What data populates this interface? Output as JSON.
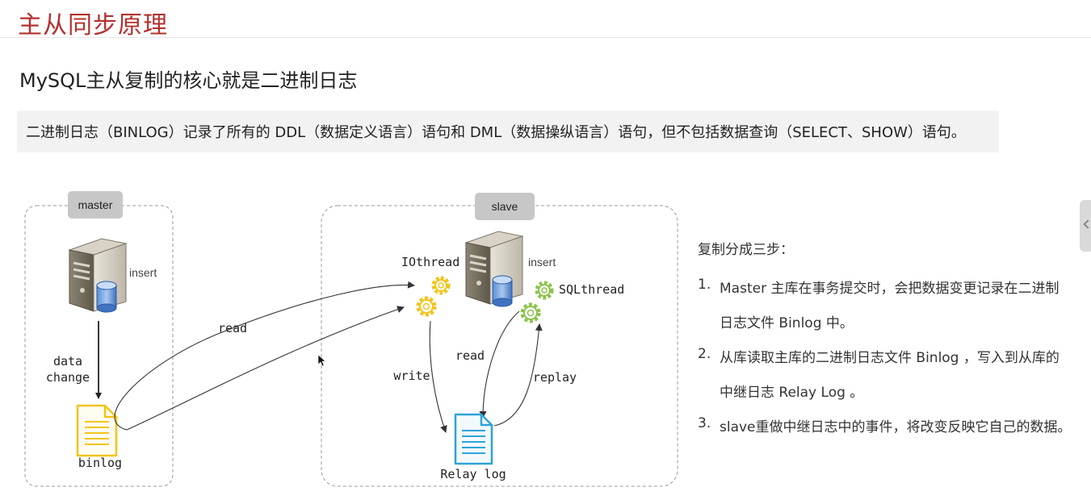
{
  "title": "主从同步原理",
  "subtitle": "MySQL主从复制的核心就是二进制日志",
  "note": "二进制日志（BINLOG）记录了所有的 DDL（数据定义语言）语句和 DML（数据操纵语言）语句，但不包括数据查询（SELECT、SHOW）语句。",
  "diagram": {
    "master_tag": "master",
    "slave_tag": "slave",
    "master_insert": "insert",
    "slave_insert": "insert",
    "data_change_1": "data",
    "data_change_2": "change",
    "binlog": "binlog",
    "read_left": "read",
    "iothread": "IOthread",
    "sqlthread": "SQLthread",
    "write": "write",
    "read_right": "read",
    "replay": "replay",
    "relay_log": "Relay log"
  },
  "steps": {
    "heading": "复制分成三步：",
    "items": [
      {
        "num": "1.",
        "line1": "Master 主库在事务提交时，会把数据变更记录在二进制",
        "line2": "日志文件 Binlog 中。"
      },
      {
        "num": "2.",
        "line1": "从库读取主库的二进制日志文件 Binlog ，写入到从库的",
        "line2": "中继日志 Relay Log 。"
      },
      {
        "num": "3.",
        "line1": "slave重做中继日志中的事件，将改变反映它自己的数据。",
        "line2": ""
      }
    ]
  },
  "colors": {
    "title": "#b3312e",
    "gear": "#f2c41a",
    "gear_green": "#8cc34a",
    "relay_icon": "#2ea3d8",
    "binlog_icon": "#f2c41a"
  }
}
